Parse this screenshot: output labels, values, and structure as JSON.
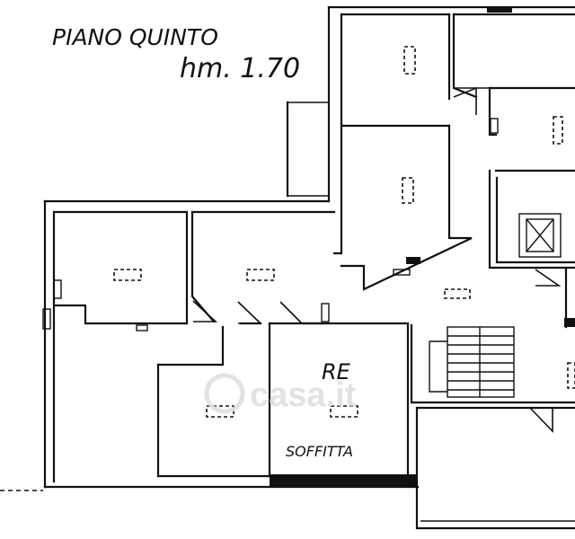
{
  "plan": {
    "floor_label": "PIANO QUINTO",
    "height_label": "hm. 1.70",
    "room_label": "RE",
    "attic_label": "SOFFITTA"
  },
  "watermark": {
    "text": "casa.it"
  }
}
